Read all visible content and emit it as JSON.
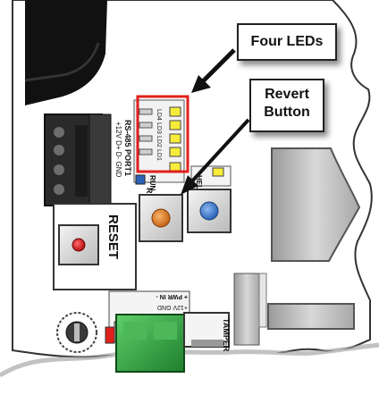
{
  "callouts": {
    "four_leds": "Four LEDs",
    "revert_line1": "Revert",
    "revert_line2": "Button"
  },
  "board": {
    "connector_label": "RS-485 PORT1",
    "connector_pins": "+12V D+ D- GND",
    "led_labels": [
      "LD4",
      "LD3",
      "LD2",
      "LD1"
    ],
    "run_label": "RUN",
    "revert_label": "REVERT",
    "held_label": "HELD",
    "reset_label": "RESET",
    "power_label": "+ PWR IN -",
    "power_pins": "+12V GND",
    "tamper_label": "TAMPER"
  },
  "colors": {
    "led_yellow": "#f7ec3a",
    "highlight_red": "#e0201c",
    "revert_orange": "#e0842a",
    "held_blue": "#3f7ed8",
    "reset_red": "#d81f26",
    "terminal_green": "#3aa84a"
  }
}
